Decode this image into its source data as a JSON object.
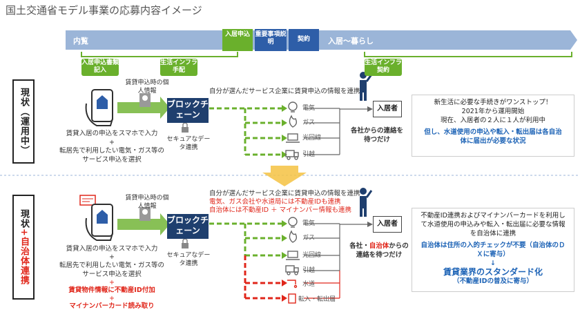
{
  "title": "国土交通省モデル事業の応募内容イメージ",
  "timeline": {
    "preview": "内覧",
    "move_in_apply": "入居申込",
    "important_explain": "重要事項説明",
    "contract": "契約",
    "living": "入居～暮らし"
  },
  "phases": {
    "application": "入居申込書類記入",
    "infra_procedure": "生活インフラ手配",
    "infra_contract": "生活インフラ契約"
  },
  "top": {
    "label": "現状（運用中）",
    "personal_info": "賃貸申込時の個人情報",
    "phone_caption_1": "賃貸入居の申込をスマホで入力",
    "plus": "+",
    "phone_caption_2": "転居先で利用したい電気・ガス等のサービス申込を選択",
    "blockchain": "ブロックチェーン",
    "secure": "セキュアなデータ連携",
    "flow_caption": "自分が選んだサービス企業に賃貸申込の情報を連携",
    "services": [
      "電気",
      "ガス",
      "光回線",
      "引越"
    ],
    "resident": "入居者",
    "wait": "各社からの連絡を待つだけ",
    "info_line1": "新生活に必要な手続きがワンストップ！",
    "info_line2": "2021年から運用開始",
    "info_line3": "現在、入居者の２人に１人が利用中",
    "info_emph": "但し、水道使用の申込や転入・転出届は各自治体に届出が必要な状況"
  },
  "bottom": {
    "label_black_1": "現状",
    "label_red": "+自治体連携",
    "personal_info": "賃貸申込時の個人情報",
    "phone_caption_1": "賃貸入居の申込をスマホで入力",
    "plus": "+",
    "phone_caption_2": "転居先で利用したい電気・ガス等のサービス申込を選択",
    "red_caption_1": "賃貸物件情報に不動産ID付加",
    "red_caption_2": "マイナンバーカード読み取り",
    "blockchain": "ブロックチェーン",
    "secure": "セキュアなデータ連携",
    "flow_caption": "自分が選んだサービス企業に賃貸申込の情報を連携",
    "flow_red_1": "電気、ガス会社や水道局には不動産IDも連携",
    "flow_red_2": "自治体には不動産ID ＋ マイナンバー情報も連携",
    "services": [
      "電気",
      "ガス",
      "光回線",
      "引越"
    ],
    "services_red": [
      "水道",
      "転入・転出届"
    ],
    "resident": "入居者",
    "wait_1": "各社・",
    "wait_red": "自治体",
    "wait_2": "からの連絡を待つだけ",
    "info_line1": "不動産ID連携およびマイナンバーカードを利用して水道使用の申込みや転入・転出届に必要な情報を自治体に連携",
    "info_emph1": "自治体は住所の入的チェックが不要（自治体のＤＸに寄与）",
    "info_arrow": "↓",
    "info_emph2": "賃貸業界のスタンダード化",
    "info_emph3": "（不動産IDの普及に寄与）"
  },
  "colors": {
    "green": "#6ab02c",
    "navy": "#1f3f6e",
    "blue": "#2e5ea8",
    "red": "#e0261a"
  }
}
